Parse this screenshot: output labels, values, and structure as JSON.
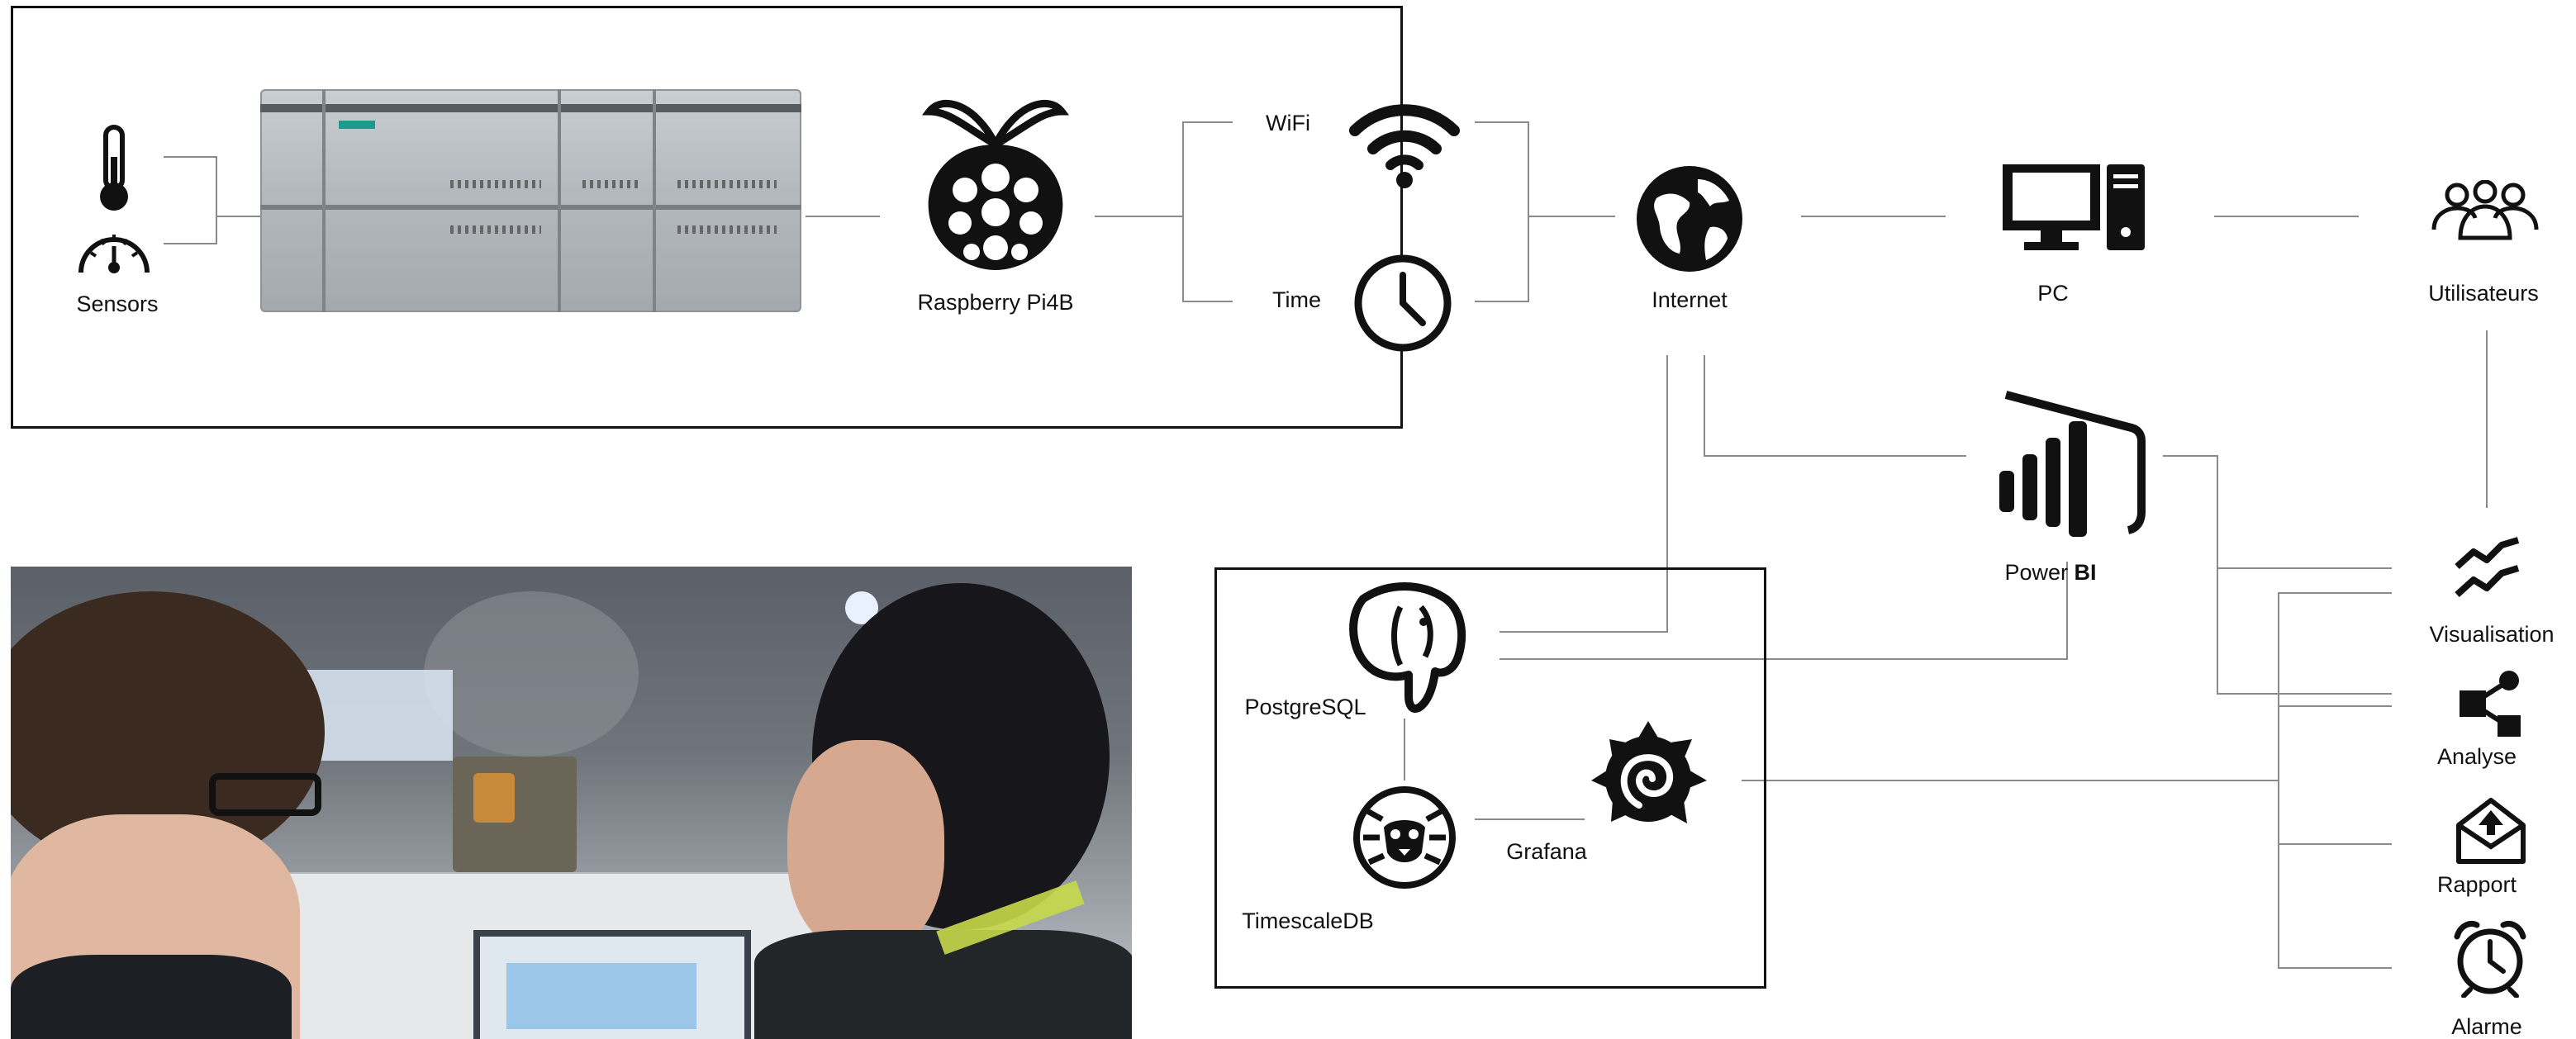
{
  "nodes": {
    "sensors": {
      "label": "Sensors",
      "icons": [
        "thermometer-icon",
        "gauge-icon"
      ]
    },
    "plc": {
      "label": "",
      "icon": "siemens-s7-1200-plc"
    },
    "raspberry": {
      "label": "Raspberry Pi4B",
      "icon": "raspberry-pi-icon"
    },
    "wifi": {
      "label": "WiFi",
      "icon": "wifi-icon"
    },
    "time": {
      "label": "Time",
      "icon": "clock-icon"
    },
    "internet": {
      "label": "Internet",
      "icon": "globe-icon"
    },
    "pc": {
      "label": "PC",
      "icon": "desktop-pc-icon"
    },
    "users": {
      "label": "Utilisateurs",
      "icon": "users-icon"
    },
    "powerbi": {
      "label_prefix": "Power ",
      "label_bold": "BI",
      "icon": "power-bi-icon"
    },
    "postgresql": {
      "label": "PostgreSQL",
      "icon": "postgresql-elephant-icon"
    },
    "timescaledb": {
      "label": "TimescaleDB",
      "icon": "timescaledb-tiger-icon"
    },
    "grafana": {
      "label": "Grafana",
      "icon": "grafana-icon"
    },
    "visualisation": {
      "label": "Visualisation",
      "icon": "line-chart-icon"
    },
    "analyse": {
      "label": "Analyse",
      "icon": "share-nodes-icon"
    },
    "rapport": {
      "label": "Rapport",
      "icon": "envelope-upload-icon"
    },
    "alarme": {
      "label": "Alarme",
      "icon": "alarm-clock-icon"
    }
  },
  "photo": {
    "description_icon": "factory-workers-photo"
  },
  "colors": {
    "line": "#8a8a8a",
    "icon": "#111111",
    "box_border": "#111111"
  }
}
